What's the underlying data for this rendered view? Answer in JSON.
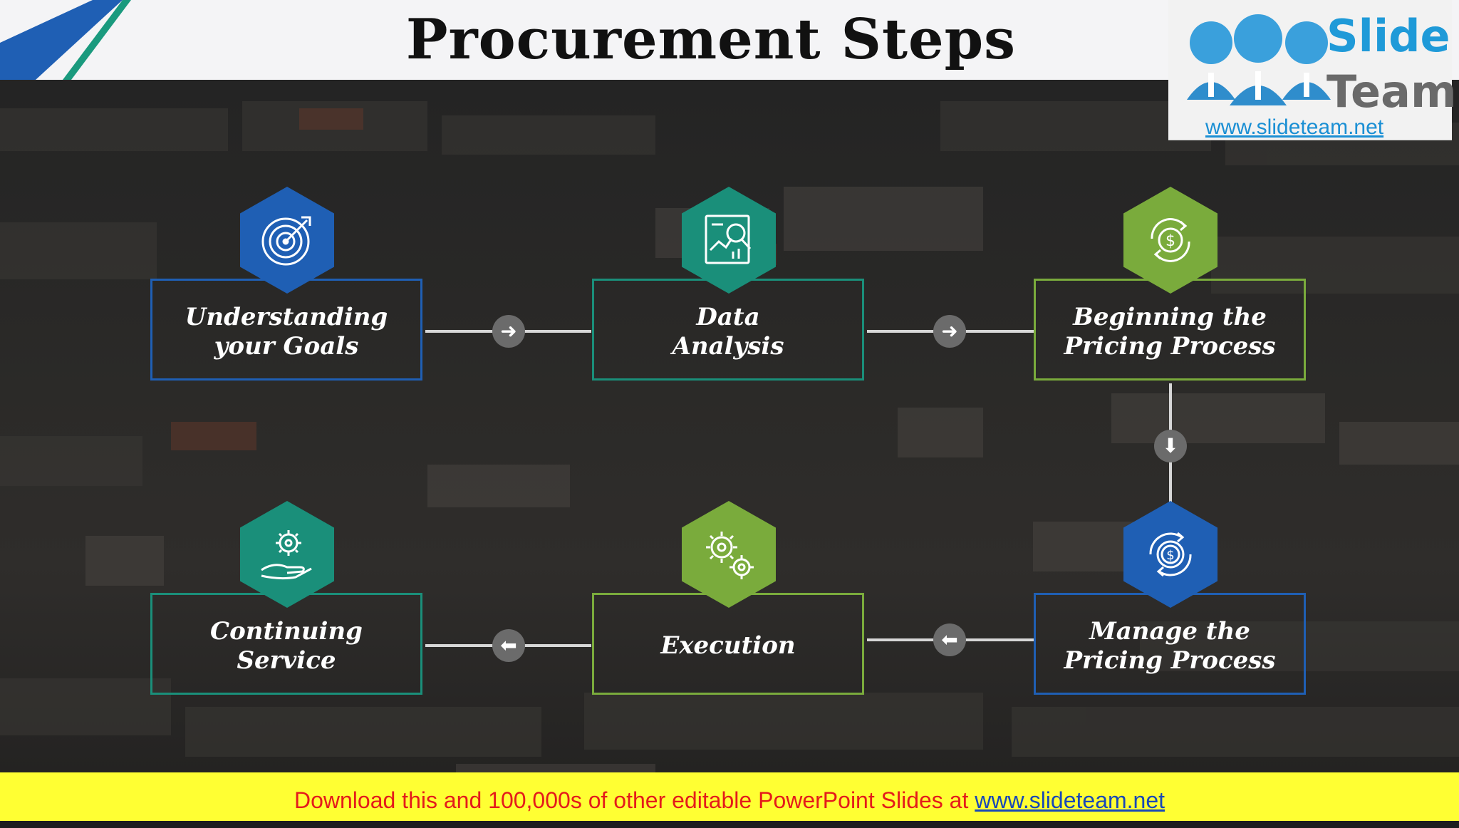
{
  "header": {
    "title": "Procurement Steps"
  },
  "logo": {
    "brand_line1": "Slide",
    "brand_line2": "Team",
    "url": "www.slideteam.net"
  },
  "steps": [
    {
      "label": "Understanding your Goals",
      "color": "#1f5fb4",
      "icon": "target-icon"
    },
    {
      "label": "Data Analysis",
      "color": "#1a8f7a",
      "icon": "analytics-icon"
    },
    {
      "label": "Beginning the Pricing Process",
      "color": "#7aab3c",
      "icon": "dollar-cycle-icon"
    },
    {
      "label": "Manage the Pricing Process",
      "color": "#1f5fb4",
      "icon": "dollar-target-icon"
    },
    {
      "label": "Execution",
      "color": "#7aab3c",
      "icon": "gears-icon"
    },
    {
      "label": "Continuing Service",
      "color": "#1a8f7a",
      "icon": "gear-hand-icon"
    }
  ],
  "arrows": {
    "right": "➜",
    "down": "⬇",
    "left": "⬅"
  },
  "footer": {
    "text": "Download this and 100,000s of other editable PowerPoint Slides at ",
    "link": "www.slideteam.net"
  }
}
